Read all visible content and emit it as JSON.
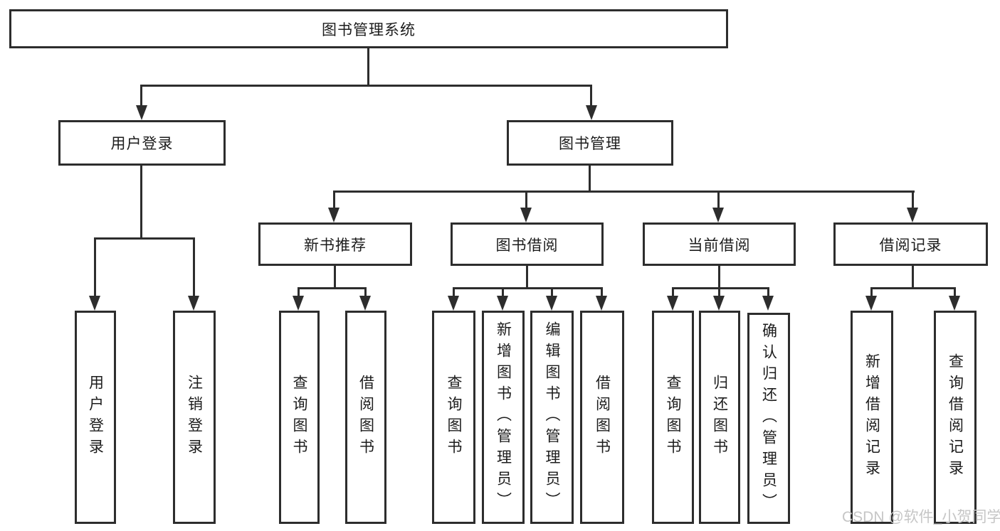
{
  "diagram": {
    "nodes": {
      "root": "图书管理系统",
      "user_login": "用户登录",
      "book_mgmt": "图书管理",
      "new_book": "新书推荐",
      "book_borrow": "图书借阅",
      "current_borrow": "当前借阅",
      "borrow_record": "借阅记录"
    },
    "leaves": {
      "user_login_leaf": "用户登录",
      "logout": "注销登录",
      "nb_query": "查询图书",
      "nb_borrow": "借阅图书",
      "bb_query": "查询图书",
      "bb_add": "新增图书（管理员）",
      "bb_edit": "编辑图书（管理员）",
      "bb_borrow": "借阅图书",
      "cb_query": "查询图书",
      "cb_return": "归还图书",
      "cb_confirm": "确认归还（管理员）",
      "br_add": "新增借阅记录",
      "br_query": "查询借阅记录"
    },
    "colors": {
      "line": "#2d2d2d",
      "text": "#1c1c1c",
      "background": "#ffffff",
      "watermark": "#c6c6c6"
    },
    "watermark": "CSDN @软件_小贺同学"
  }
}
